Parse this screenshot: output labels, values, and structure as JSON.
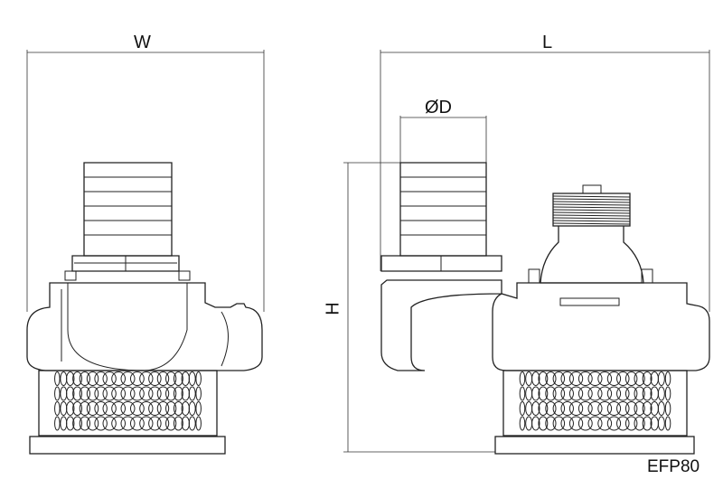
{
  "labels": {
    "width": "W",
    "length": "L",
    "diameter": "ØD",
    "height": "H"
  },
  "model": "EFP80",
  "colors": {
    "line": "#222222",
    "background": "#ffffff"
  }
}
